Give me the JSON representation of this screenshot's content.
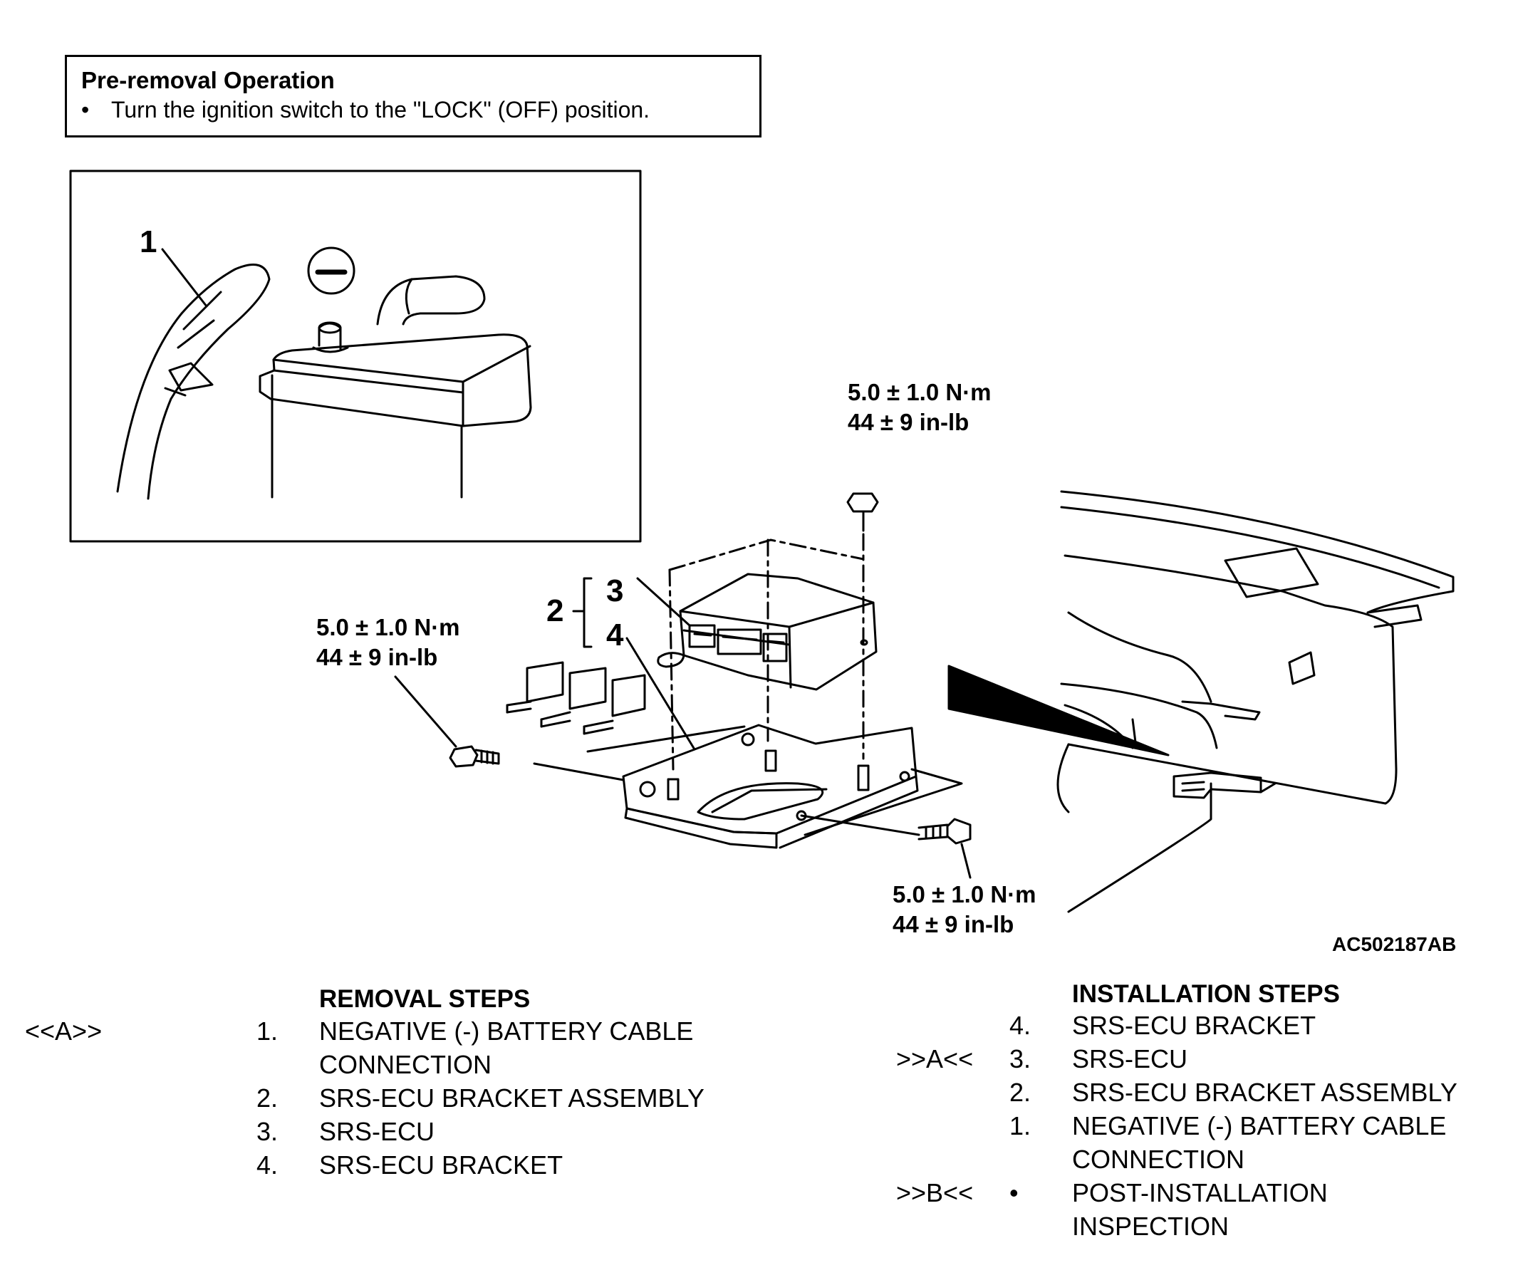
{
  "pre_removal": {
    "title": "Pre-removal Operation",
    "bullet": "•",
    "item": "Turn the ignition switch to the \"LOCK\" (OFF) position."
  },
  "diagram": {
    "callouts": {
      "c1": "1",
      "c2": "2",
      "c3": "3",
      "c4": "4"
    },
    "negative_symbol": "−",
    "torque_top": {
      "line1": "5.0 ± 1.0 N·m",
      "line2": "44 ± 9 in-lb"
    },
    "torque_left": {
      "line1": "5.0 ± 1.0 N·m",
      "line2": "44 ± 9 in-lb"
    },
    "torque_bottom": {
      "line1": "5.0 ± 1.0 N·m",
      "line2": "44 ± 9 in-lb"
    },
    "figure_code": "AC502187AB"
  },
  "removal": {
    "title": "REMOVAL STEPS",
    "steps": [
      {
        "mark": "<<A>>",
        "num": "1.",
        "line1": "NEGATIVE (-) BATTERY CABLE",
        "line2": "CONNECTION"
      },
      {
        "mark": "",
        "num": "2.",
        "line1": "SRS-ECU BRACKET ASSEMBLY",
        "line2": ""
      },
      {
        "mark": "",
        "num": "3.",
        "line1": "SRS-ECU",
        "line2": ""
      },
      {
        "mark": "",
        "num": "4.",
        "line1": "SRS-ECU BRACKET",
        "line2": ""
      }
    ]
  },
  "installation": {
    "title": "INSTALLATION STEPS",
    "steps": [
      {
        "mark": "",
        "num": "4.",
        "line1": "SRS-ECU BRACKET",
        "line2": ""
      },
      {
        "mark": ">>A<<",
        "num": "3.",
        "line1": "SRS-ECU",
        "line2": ""
      },
      {
        "mark": "",
        "num": "2.",
        "line1": "SRS-ECU BRACKET ASSEMBLY",
        "line2": ""
      },
      {
        "mark": "",
        "num": "1.",
        "line1": "NEGATIVE (-) BATTERY CABLE",
        "line2": "CONNECTION"
      },
      {
        "mark": ">>B<<",
        "num": "•",
        "line1": "POST-INSTALLATION",
        "line2": "INSPECTION"
      }
    ]
  }
}
